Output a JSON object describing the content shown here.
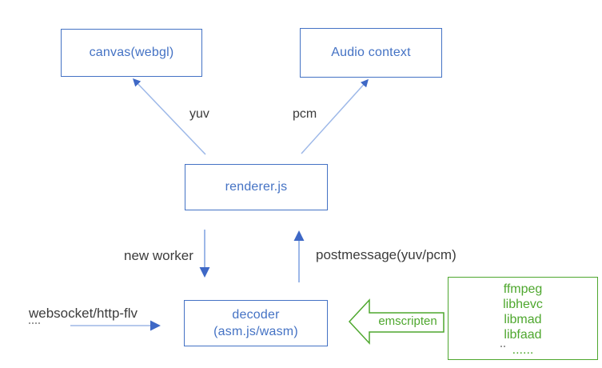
{
  "diagram": {
    "nodes": {
      "canvas": "canvas(webgl)",
      "audio": "Audio context",
      "renderer": "renderer.js",
      "decoder_line1": "decoder",
      "decoder_line2": "(asm.js/wasm)"
    },
    "labels": {
      "yuv": "yuv",
      "pcm": "pcm",
      "new_worker": "new worker",
      "postmessage": "postmessage(yuv/pcm)",
      "websocket": "websocket/http-flv",
      "emscripten": "emscripten"
    },
    "libs": [
      "ffmpeg",
      "libhevc",
      "libmad",
      "libfaad",
      "......"
    ],
    "colors": {
      "node_blue": "#4472C4",
      "arrow_shaft_blue": "#9DB8E8",
      "arrowhead_blue": "#3E68C6",
      "green": "#4EA72E",
      "label_dark": "#3C3C3C",
      "background": "#FFFFFF"
    }
  }
}
